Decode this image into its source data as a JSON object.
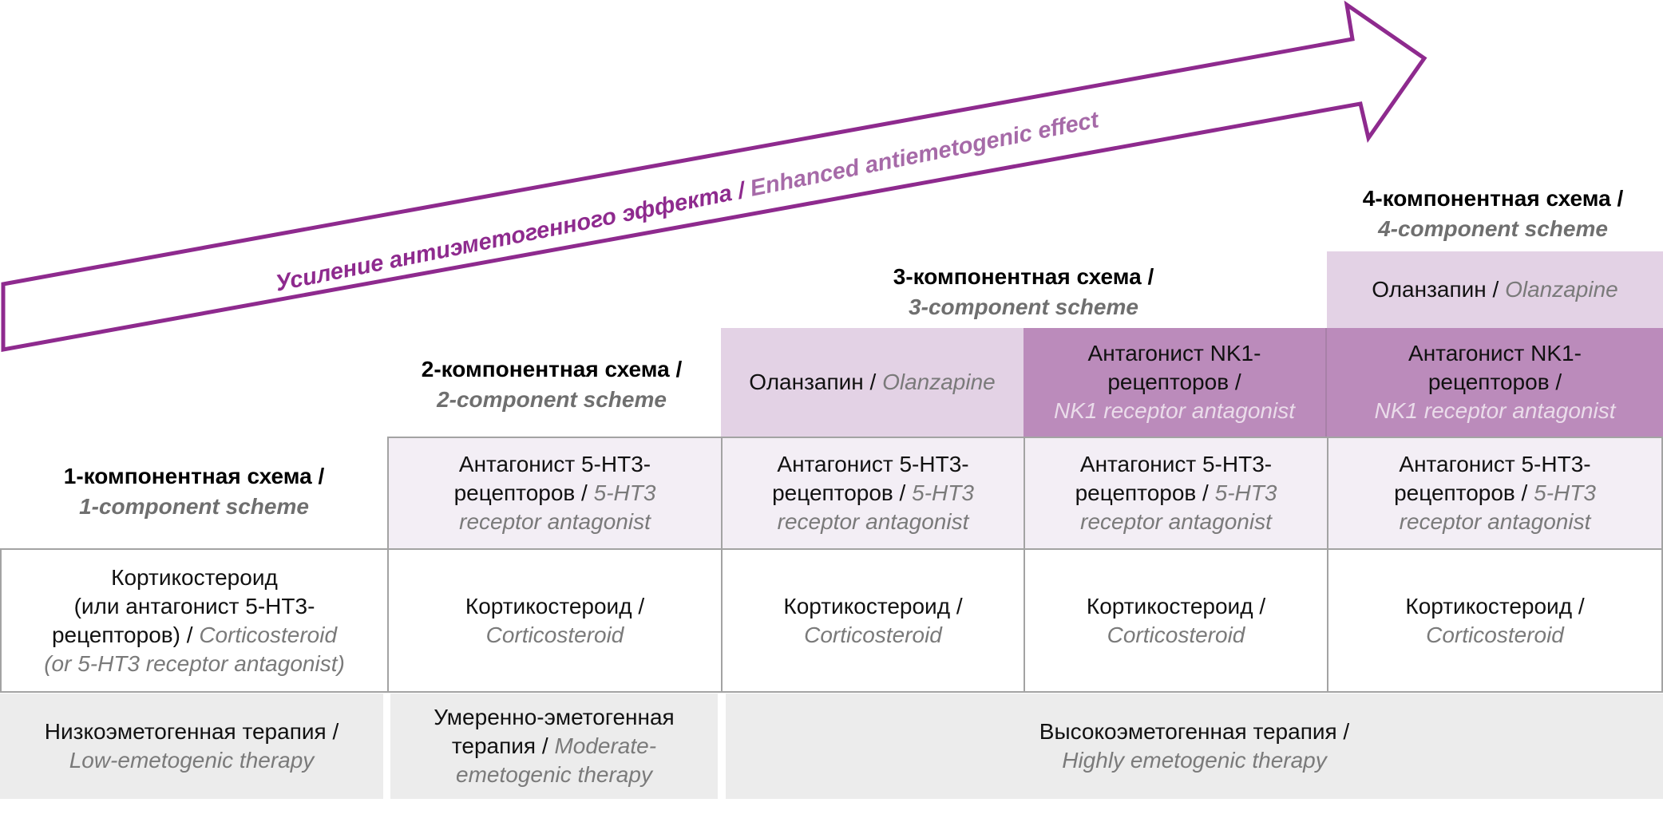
{
  "colors": {
    "arrow": "#8e2a8e",
    "lavender": "#e3d2e5",
    "dark_purple": "#bb8bbb",
    "light": "#f3eef5",
    "grey": "#ececec"
  },
  "arrow": {
    "ru": "Усиление антиэметогенного эффекта /",
    "en": "Enhanced antiemetogenic effect"
  },
  "headings": [
    {
      "ru": "1-компонентная схема /",
      "en": "1-component scheme"
    },
    {
      "ru": "2-компонентная схема /",
      "en": "2-component scheme"
    },
    {
      "ru": "3-компонентная схема /",
      "en": "3-component scheme"
    },
    {
      "ru": "4-компонентная схема /",
      "en": "4-component scheme"
    }
  ],
  "cells": {
    "olanzapine": {
      "ru": "Оланзапин /",
      "en": "Olanzapine"
    },
    "nk1": {
      "ru1": "Антагонист NK1-",
      "ru2": "рецепторов /",
      "en": "NK1 receptor antagonist"
    },
    "ht3": {
      "ru1": "Антагонист 5-НТ3-",
      "ru2": "рецепторов /",
      "en1": "5-HT3",
      "en2": "receptor antagonist"
    },
    "cortico": {
      "ru": "Кортикостероид /",
      "en": "Corticosteroid"
    },
    "cortico1": {
      "ru1": "Кортикостероид",
      "ru2": "(или антагонист 5-НТ3-",
      "ru3": "рецепторов) /",
      "en1": "Corticosteroid",
      "en2": "(or 5-HT3 receptor antagonist)"
    }
  },
  "therapy": [
    {
      "ru": "Низкоэметогенная терапия /",
      "en": "Low-emetogenic therapy"
    },
    {
      "ru1": "Умеренно-эметогенная",
      "ru2": "терапия /",
      "en1": "Moderate-",
      "en2": "emetogenic therapy"
    },
    {
      "ru": "Высокоэметогенная терапия /",
      "en": "Highly emetogenic therapy"
    }
  ]
}
